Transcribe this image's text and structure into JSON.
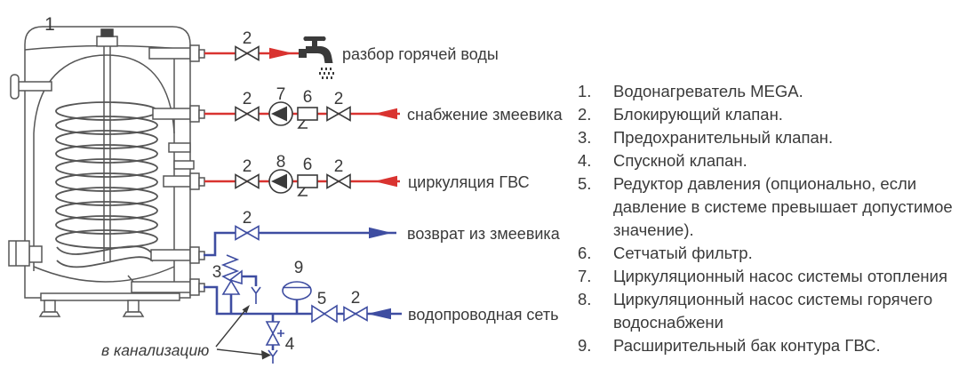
{
  "colors": {
    "hot": "#d93330",
    "cold": "#3e4da1",
    "ink": "#3a3a3a",
    "art": "#565656"
  },
  "diagram": {
    "heater_num": "1",
    "marks": {
      "valve": "2",
      "safety_valve": "3",
      "drain_valve": "4",
      "reducer": "5",
      "strainer": "6",
      "heating_pump": "7",
      "dhw_pump": "8",
      "expansion_tank": "9"
    },
    "pipe_labels": {
      "hot_water_draw": "разбор горячей воды",
      "coil_supply": "снабжение змеевика",
      "dhw_circulation": "циркуляция ГВС",
      "coil_return": "возврат из змеевика",
      "water_mains": "водопроводная сеть",
      "to_sewer": "в канализацию"
    }
  },
  "legend": {
    "items": [
      {
        "num": "1.",
        "text": "Водонагреватель MEGA."
      },
      {
        "num": "2.",
        "text": "Блокирующий клапан."
      },
      {
        "num": "3.",
        "text": "Предохранительный клапан."
      },
      {
        "num": "4.",
        "text": "Спускной клапан."
      },
      {
        "num": "5.",
        "text": "Редуктор давления (опционально, если давление в системе превышает допустимое значение)."
      },
      {
        "num": "6.",
        "text": "Сетчатый фильтр."
      },
      {
        "num": "7.",
        "text": "Циркуляционный насос системы отопления"
      },
      {
        "num": "8.",
        "text": "Циркуляционный насос системы горячего водоснабжени"
      },
      {
        "num": "9.",
        "text": "Расширительный бак контура ГВС."
      }
    ]
  }
}
